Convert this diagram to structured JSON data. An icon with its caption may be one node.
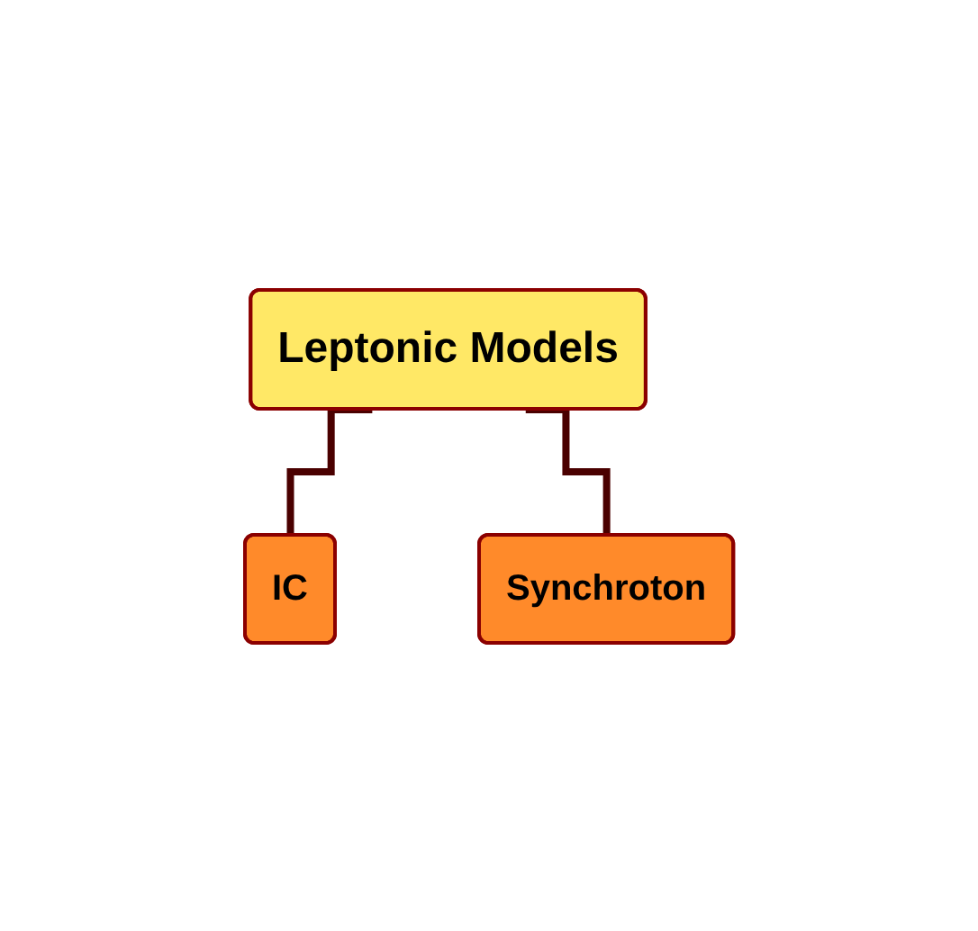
{
  "diagram": {
    "nodes": [
      {
        "text": [
          "Leptonic Models"
        ]
      },
      {
        "text": [
          "IC"
        ]
      },
      {
        "text": [
          "Synchroton"
        ]
      }
    ],
    "edges": [
      {
        "from": 0,
        "to": 1,
        "arrow": "none"
      },
      {
        "from": 0,
        "to": 2,
        "arrow": "none"
      }
    ]
  }
}
